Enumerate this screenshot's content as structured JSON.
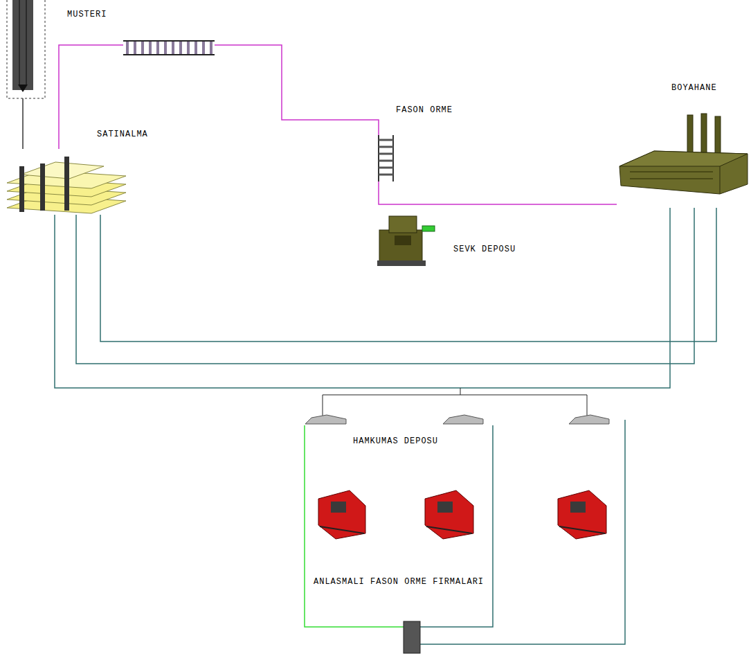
{
  "diagram": {
    "nodes": [
      {
        "text": [
          "MUSTERI"
        ]
      },
      {
        "text": [
          "SATINALMA"
        ]
      },
      {
        "text": [
          "FASON ORME"
        ]
      },
      {
        "text": [
          "BOYAHANE"
        ]
      },
      {
        "text": [
          "SEVK DEPOSU"
        ]
      },
      {
        "text": [
          "HAMKUMAS DEPOSU"
        ]
      },
      {
        "text": [
          "ANLASMALI FASON ORME FIRMALARI"
        ]
      }
    ],
    "edges": [
      {
        "from": 0,
        "to": 1,
        "arrow": "none"
      },
      {
        "from": 1,
        "to": 2,
        "arrow": "none"
      },
      {
        "from": 2,
        "to": 3,
        "arrow": "none"
      },
      {
        "from": 1,
        "to": 3,
        "arrow": "none"
      },
      {
        "from": 1,
        "to": 3,
        "arrow": "none"
      },
      {
        "from": 1,
        "to": 3,
        "arrow": "none"
      }
    ]
  }
}
